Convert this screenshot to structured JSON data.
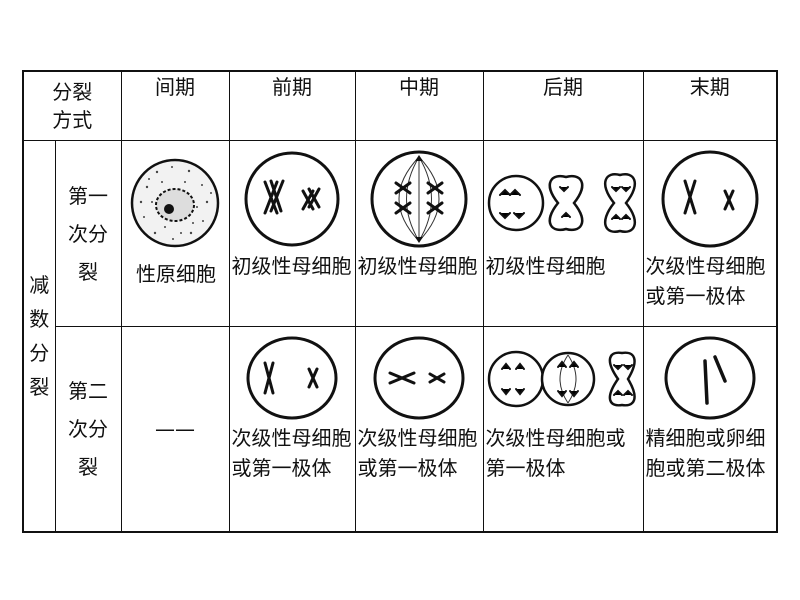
{
  "table": {
    "corner_line1": "分裂",
    "corner_line2": "方式",
    "headers": [
      "间期",
      "前期",
      "中期",
      "后期",
      "末期"
    ],
    "side_label": [
      "减",
      "数",
      "分",
      "裂"
    ],
    "row1": {
      "label": [
        "第一",
        "次分",
        "裂"
      ],
      "interphase": "性原细胞",
      "prophase": "初级性母细胞",
      "metaphase": "初级性母细胞",
      "anaphase": "初级性母细胞",
      "telophase": "次级性母细胞或第一极体"
    },
    "row2": {
      "label": [
        "第二",
        "次分",
        "裂"
      ],
      "interphase": "——",
      "prophase": "次级性母细胞或第一极体",
      "metaphase": "次级性母细胞或第一极体",
      "anaphase": "次级性母细胞或第一极体",
      "telophase": "精细胞或卵细胞或第二极体"
    }
  }
}
